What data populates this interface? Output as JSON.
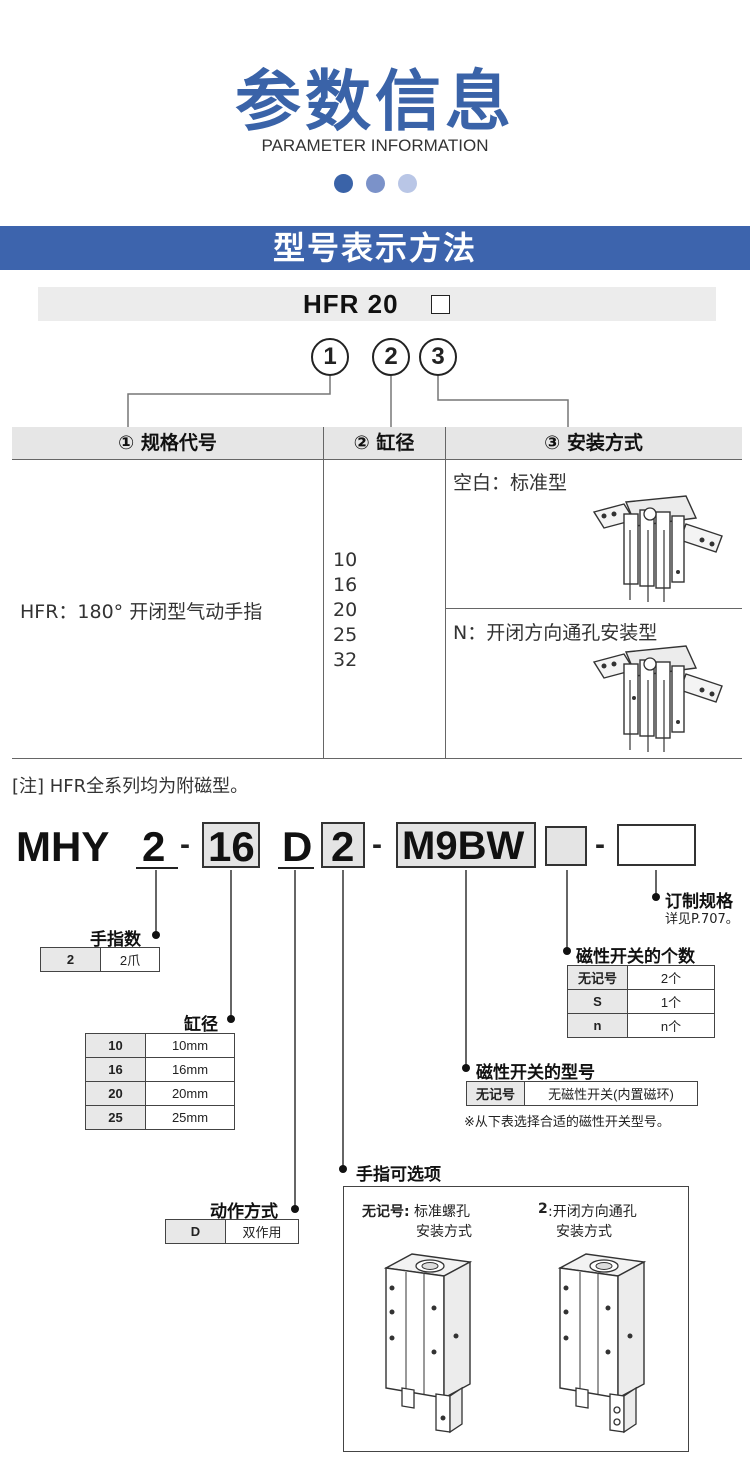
{
  "header": {
    "title": "参数信息",
    "subtitle": "PARAMETER INFORMATION",
    "dot_colors": [
      "#3a63a8",
      "#7b92c9",
      "#b9c6e6"
    ]
  },
  "section": {
    "title": "型号表示方法"
  },
  "model_code": {
    "text": "HFR 20",
    "box_symbol": "□"
  },
  "markers": [
    "1",
    "2",
    "3"
  ],
  "table1": {
    "headers": [
      "① 规格代号",
      "② 缸径",
      "③ 安装方式"
    ],
    "spec_code": "HFR：180°  开闭型气动手指",
    "bores": [
      "10",
      "16",
      "20",
      "25",
      "32"
    ],
    "mount_standard": "空白：标准型",
    "mount_n": "N：开闭方向通孔安装型"
  },
  "note": "[注] HFR全系列均为附磁型。",
  "mhy": {
    "parts": [
      "MHY",
      "2",
      "16",
      "D",
      "2",
      "M9BW"
    ],
    "dashes": [
      "-",
      "-",
      "-"
    ]
  },
  "fingers": {
    "label": "手指数",
    "rows": [
      [
        "2",
        "2爪"
      ]
    ]
  },
  "bore": {
    "label": "缸径",
    "rows": [
      [
        "10",
        "10mm"
      ],
      [
        "16",
        "16mm"
      ],
      [
        "20",
        "20mm"
      ],
      [
        "25",
        "25mm"
      ]
    ]
  },
  "action": {
    "label": "动作方式",
    "rows": [
      [
        "D",
        "双作用"
      ]
    ]
  },
  "custom": {
    "label": "订制规格",
    "note": "详见P.707。"
  },
  "switch_count": {
    "label": "磁性开关的个数",
    "rows": [
      [
        "无记号",
        "2个"
      ],
      [
        "S",
        "1个"
      ],
      [
        "n",
        "n个"
      ]
    ]
  },
  "switch_model": {
    "label": "磁性开关的型号",
    "rows": [
      [
        "无记号",
        "无磁性开关(内置磁环)"
      ]
    ],
    "note": "※从下表选择合适的磁性开关型号。"
  },
  "finger_options": {
    "label": "手指可选项",
    "opt1_key": "无记号:",
    "opt1_l1": "标准螺孔",
    "opt1_l2": "安装方式",
    "opt2_key": "2",
    "opt2_l1": ":开闭方向通孔",
    "opt2_l2": "安装方式"
  }
}
